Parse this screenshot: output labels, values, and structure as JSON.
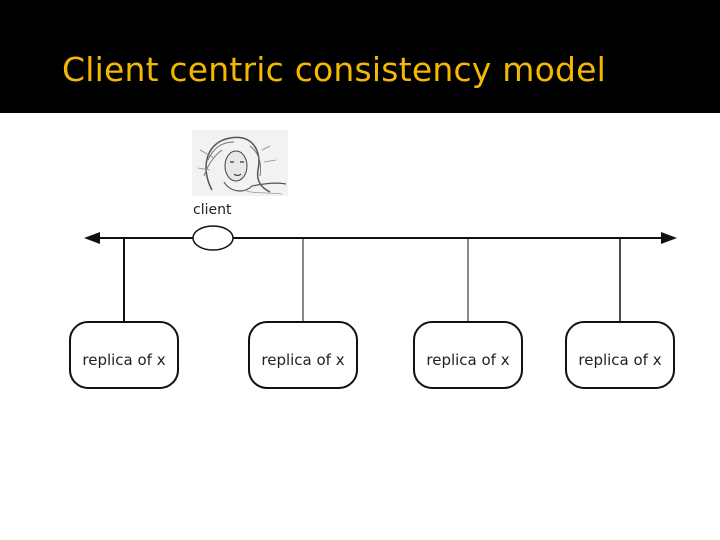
{
  "slide": {
    "title": "Client centric consistency model",
    "title_color": "#f5b800",
    "header_background": "#000000"
  },
  "diagram": {
    "client": {
      "label": "client",
      "image": "portrait-sketch-icon"
    },
    "replicas": [
      {
        "label": "replica of x"
      },
      {
        "label": "replica of x"
      },
      {
        "label": "replica of x"
      },
      {
        "label": "replica of x"
      }
    ],
    "bus": {
      "direction": "bidirectional"
    }
  }
}
